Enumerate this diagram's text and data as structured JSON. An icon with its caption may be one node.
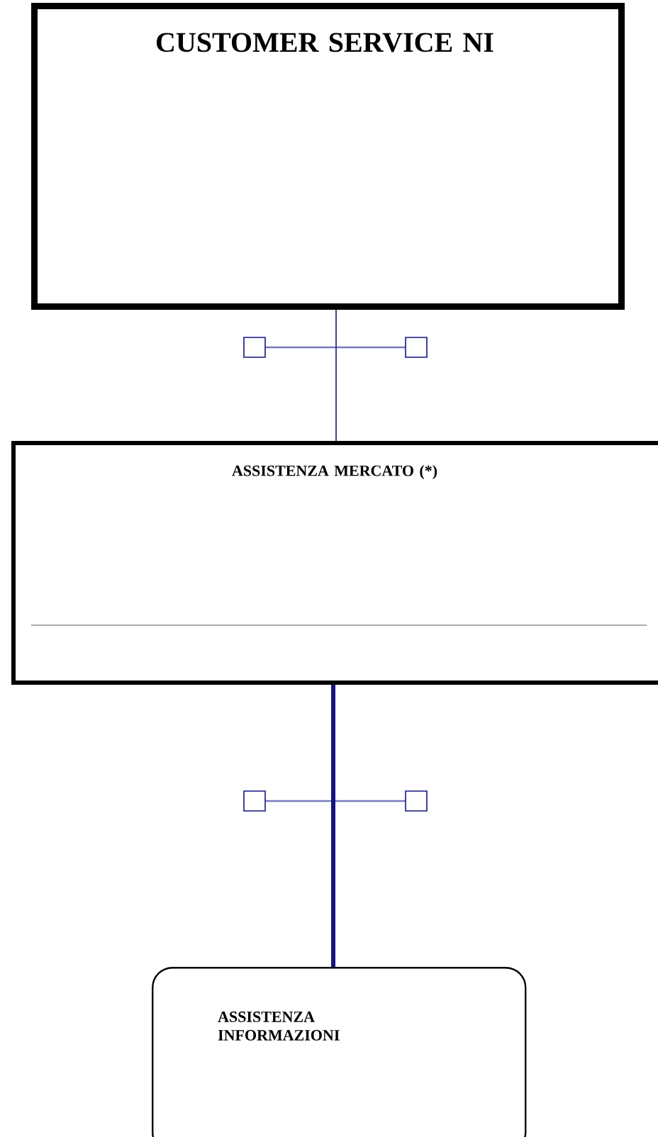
{
  "diagram": {
    "nodes": [
      {
        "text": [
          "CUSTOMER SERVICE NI"
        ]
      },
      {
        "text": [
          "ASSISTENZA MERCATO (*)"
        ]
      },
      {
        "text": [
          "ASSISTENZA INFORMAZIONI"
        ]
      }
    ],
    "edges": [
      {
        "from": 0,
        "to": 1,
        "arrow": "none"
      },
      {
        "from": 1,
        "to": 2,
        "arrow": "none",
        "style": "thick"
      }
    ]
  }
}
